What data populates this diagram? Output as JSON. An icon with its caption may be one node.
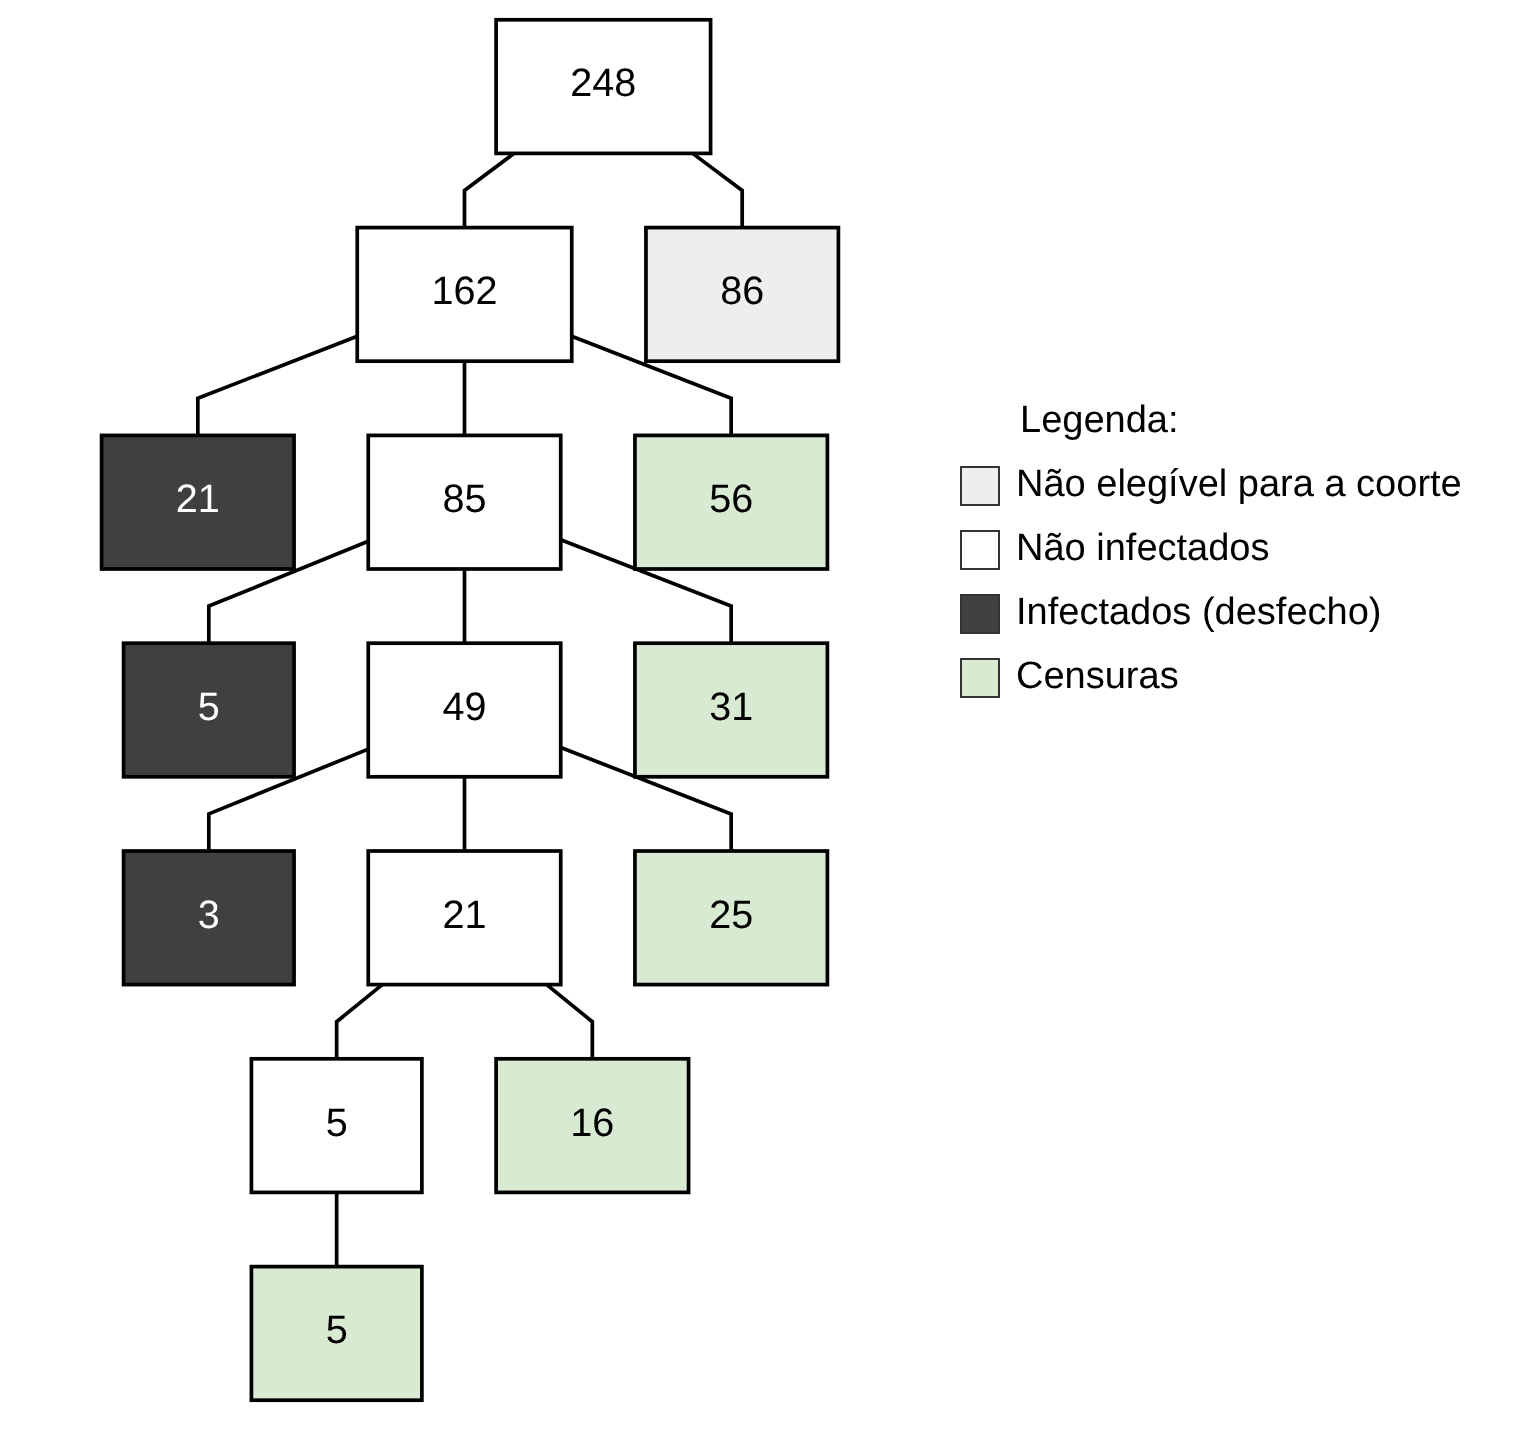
{
  "diagram": {
    "nodes": [
      {
        "text": [
          "248"
        ]
      },
      {
        "text": [
          "86"
        ]
      },
      {
        "text": [
          "162"
        ]
      },
      {
        "text": [
          "56"
        ]
      },
      {
        "text": [
          "21"
        ]
      },
      {
        "text": [
          "85"
        ]
      },
      {
        "text": [
          "31"
        ]
      },
      {
        "text": [
          "5"
        ]
      },
      {
        "text": [
          "49"
        ]
      },
      {
        "text": [
          "25"
        ]
      },
      {
        "text": [
          "3"
        ]
      },
      {
        "text": [
          "21"
        ]
      },
      {
        "text": [
          "16"
        ]
      },
      {
        "text": [
          "5"
        ]
      },
      {
        "text": [
          "5"
        ]
      }
    ],
    "edges": [
      {
        "from": 0,
        "to": 1,
        "arrow": "none"
      },
      {
        "from": 0,
        "to": 2,
        "arrow": "none"
      },
      {
        "from": 2,
        "to": 3,
        "arrow": "none"
      },
      {
        "from": 2,
        "to": 4,
        "arrow": "none"
      },
      {
        "from": 2,
        "to": 5,
        "arrow": "none"
      },
      {
        "from": 5,
        "to": 6,
        "arrow": "none"
      },
      {
        "from": 5,
        "to": 7,
        "arrow": "none"
      },
      {
        "from": 5,
        "to": 8,
        "arrow": "none"
      },
      {
        "from": 8,
        "to": 9,
        "arrow": "none"
      },
      {
        "from": 8,
        "to": 10,
        "arrow": "none"
      },
      {
        "from": 8,
        "to": 11,
        "arrow": "none"
      },
      {
        "from": 11,
        "to": 12,
        "arrow": "none"
      },
      {
        "from": 11,
        "to": 13,
        "arrow": "none"
      },
      {
        "from": 13,
        "to": 14,
        "arrow": "none"
      }
    ],
    "labels": [
      "Legenda:"
    ],
    "legend": [
      {
        "text": "Não elegível para a coorte",
        "color": "#eeeeee"
      },
      {
        "text": "Não infectados",
        "color": "#ffffff"
      },
      {
        "text": "Infectados (desfecho)",
        "color": "#404040"
      },
      {
        "text": "Censuras",
        "color": "#d9ead3"
      }
    ]
  }
}
